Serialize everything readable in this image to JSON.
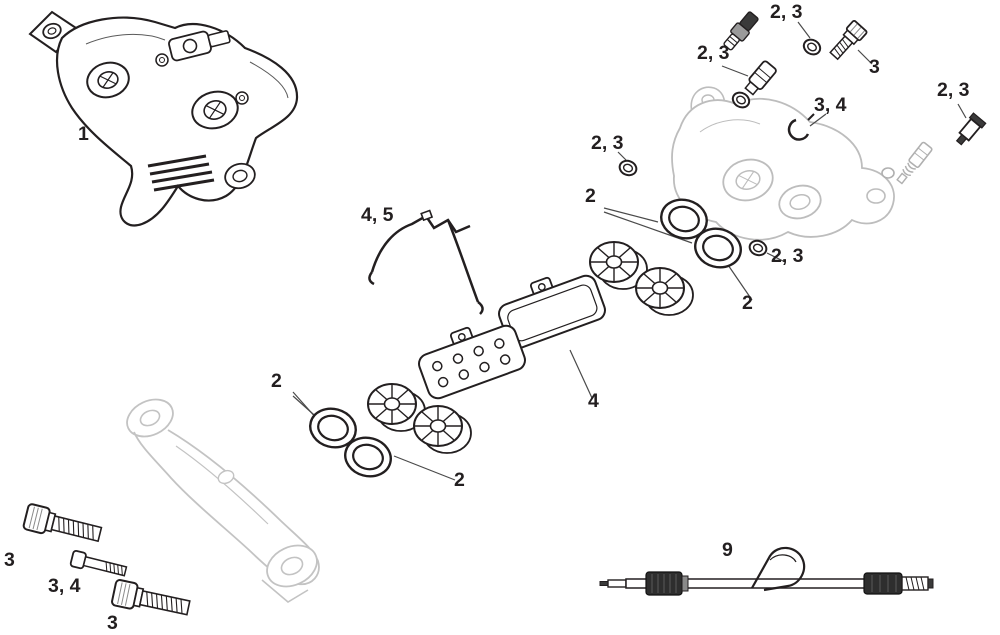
{
  "diagram": {
    "colors": {
      "line": "#231f20",
      "ghost": "#c3c3c3",
      "background": "#ffffff"
    },
    "labels": [
      {
        "part": "caliper-assembly",
        "text": "1"
      },
      {
        "part": "top-oring",
        "text": "2, 3"
      },
      {
        "part": "banjo-bolt",
        "text": "3"
      },
      {
        "part": "hose-fitting",
        "text": "2, 3"
      },
      {
        "part": "retaining-clip",
        "text": "3, 4"
      },
      {
        "part": "pin-fitting",
        "text": "2, 3"
      },
      {
        "part": "small-oring-left",
        "text": "2, 3"
      },
      {
        "part": "upper-seals",
        "text": "2"
      },
      {
        "part": "small-oring-right",
        "text": "2, 3"
      },
      {
        "part": "upper-seal-second",
        "text": "2"
      },
      {
        "part": "pad-spring",
        "text": "4, 5"
      },
      {
        "part": "brake-pads",
        "text": "4"
      },
      {
        "part": "lower-seals",
        "text": "2"
      },
      {
        "part": "lower-seal-second",
        "text": "2"
      },
      {
        "part": "mount-bolt-upper",
        "text": "3"
      },
      {
        "part": "small-bolt",
        "text": "3, 4"
      },
      {
        "part": "mount-bolt-lower",
        "text": "3"
      },
      {
        "part": "thru-axle",
        "text": "9"
      }
    ]
  }
}
